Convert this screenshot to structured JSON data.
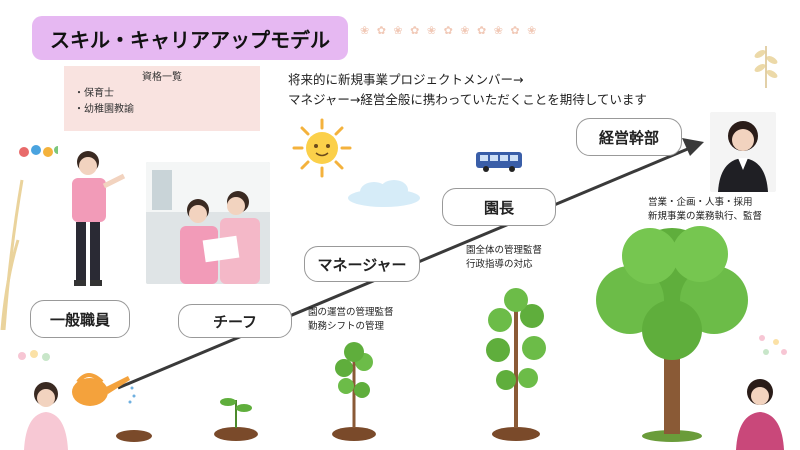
{
  "title": "スキル・キャリアアップモデル",
  "qualifications": {
    "heading": "資格一覧",
    "items": [
      "・保育士",
      "・幼稚園教諭"
    ]
  },
  "goal": {
    "line1": "将来的に新規事業プロジェクトメンバー→",
    "line2": "マネジャー→経営全般に携わっていただくことを期待しています"
  },
  "steps": [
    {
      "label": "一般職員"
    },
    {
      "label": "チーフ"
    },
    {
      "label": "マネージャー",
      "desc": [
        "園の運営の管理監督",
        "勤務シフトの管理"
      ]
    },
    {
      "label": "園長",
      "desc": [
        "園全体の管理監督",
        "行政指導の対応"
      ]
    },
    {
      "label": "経営幹部",
      "desc": [
        "営業・企画・人事・採用",
        "新規事業の業務執行、監督"
      ]
    }
  ],
  "colors": {
    "title_bg": "#e6b8f2",
    "qual_bg": "#f9e3e0",
    "arrow": "#3a3a3a",
    "leaf": "#5fae3c",
    "trunk": "#8a5a36"
  },
  "icons": [
    "sun-icon",
    "cloud-icon",
    "bus-icon",
    "watering-can-icon",
    "handprints-icon",
    "leaf-icon"
  ]
}
